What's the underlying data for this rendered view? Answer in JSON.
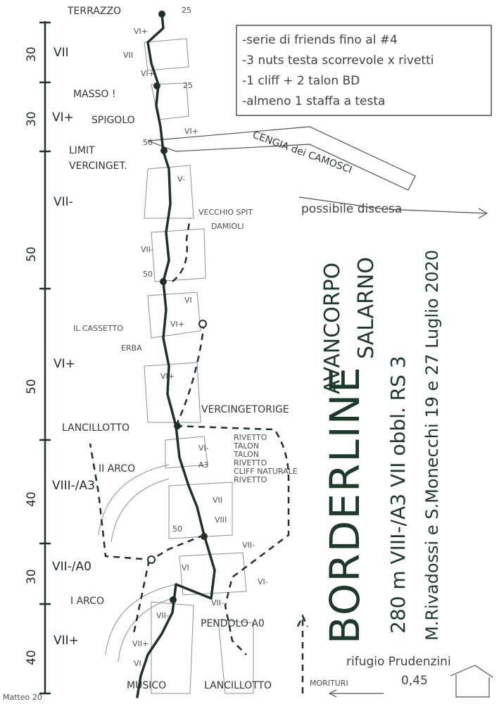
{
  "route": {
    "name": "BORDERLINE",
    "wall_line1": "AVANCORPO",
    "wall_line2": "SALARNO",
    "summary": "280 m VIII-/A3 VII obbl. RS 3",
    "authors": "M.Rivadossi e S.Monecchi 19 e 27 Luglio 2020",
    "signature": "Matteo 20"
  },
  "gear": [
    "-serie di friends fino al #4",
    "-3 nuts testa scorrevole x rivetti",
    "-1 cliff + 2 talon BD",
    "-almeno 1 staffa a testa"
  ],
  "pitches_scale": [
    {
      "length": "30",
      "grade": "VII"
    },
    {
      "length": "30",
      "grade": "VI+"
    },
    {
      "length": "50",
      "grade": "VII-"
    },
    {
      "length": "50",
      "grade": "VI+"
    },
    {
      "length": "40",
      "grade": "VIII-/A3"
    },
    {
      "length": "30",
      "grade": "VII-/A0"
    },
    {
      "length": "40",
      "grade": "VII+"
    }
  ],
  "labels": {
    "terrazzo": "TERRAZZO",
    "rap25_top": "25",
    "rap25_mid": "25",
    "masso": "MASSO !",
    "spigolo": "SPIGOLO",
    "limit1": "LIMIT",
    "limit2": "VERCINGET.",
    "rap50_1": "50",
    "rap50_2": "50",
    "rap50_3": "50",
    "cengia": "CENGIA dei CAMOSCI",
    "discesa": "possibile discesa",
    "vecchio_spit1": "VECCHIO SPIT",
    "vecchio_spit2": "DAMIOLI",
    "cassetto": "IL CASSETTO",
    "erba": "ERBA",
    "vercingetorige": "VERCINGETORIGE",
    "lancillotto_top": "LANCILLOTTO",
    "lancillotto_bottom": "LANCILLOTTO",
    "arco2": "II ARCO",
    "arco1": "I ARCO",
    "pendolo": "PENDOLO A0",
    "musico": "MUSICO",
    "morituri": "MORITURI",
    "rifugio": "rifugio Prudenzini",
    "time": "0,45"
  },
  "aid_list": [
    "RIVETTO",
    "TALON",
    "TALON",
    "RIVETTO",
    "CLIFF NATURALE",
    "RIVETTO"
  ],
  "grades_on_route": {
    "g1": "VI+",
    "g2": "VII",
    "g3": "VI+",
    "g4": "VI+",
    "g5": "V-",
    "g6": "VII-",
    "g7": "VI",
    "g8": "VI+",
    "g9": "VI+",
    "g10": "VI-",
    "g11": "A3",
    "g12": "VII",
    "g13": "VIII",
    "g14": "VII-",
    "g15": "VI",
    "g16": "VI-",
    "g17": "VII-",
    "g18": "VII+",
    "g19": "VI",
    "g20": "VII-"
  }
}
